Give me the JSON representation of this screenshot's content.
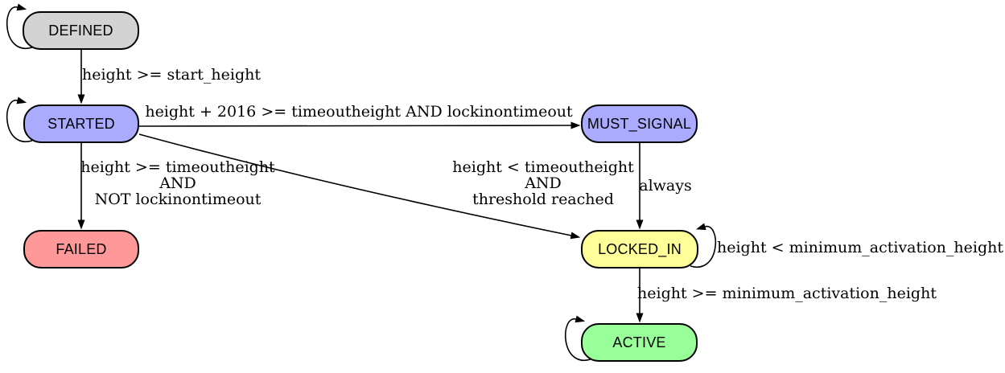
{
  "diagram": {
    "type": "state-machine",
    "background_color": "#ffffff",
    "edge_color": "#000000",
    "node_border_color": "#000000",
    "nodes": [
      {
        "id": "defined",
        "label": "DEFINED",
        "fill": "#d3d3d3"
      },
      {
        "id": "started",
        "label": "STARTED",
        "fill": "#aaaaff"
      },
      {
        "id": "must-signal",
        "label": "MUST_SIGNAL",
        "fill": "#aaaaff"
      },
      {
        "id": "failed",
        "label": "FAILED",
        "fill": "#ff9999"
      },
      {
        "id": "locked-in",
        "label": "LOCKED_IN",
        "fill": "#ffff99"
      },
      {
        "id": "active",
        "label": "ACTIVE",
        "fill": "#99ff99"
      }
    ],
    "edges": [
      {
        "id": "defined-self",
        "from": "defined",
        "to": "defined",
        "label": ""
      },
      {
        "id": "defined-started",
        "from": "defined",
        "to": "started",
        "label": "height >= start_height"
      },
      {
        "id": "started-self",
        "from": "started",
        "to": "started",
        "label": ""
      },
      {
        "id": "started-must-signal",
        "from": "started",
        "to": "must-signal",
        "label": "height + 2016 >= timeoutheight AND lockinontimeout"
      },
      {
        "id": "started-failed",
        "from": "started",
        "to": "failed",
        "label": "height >= timeoutheight\nAND\nNOT lockinontimeout"
      },
      {
        "id": "started-locked-in",
        "from": "started",
        "to": "locked-in",
        "label": "height < timeoutheight\nAND\nthreshold reached"
      },
      {
        "id": "must-signal-locked-in",
        "from": "must-signal",
        "to": "locked-in",
        "label": "always"
      },
      {
        "id": "locked-in-self",
        "from": "locked-in",
        "to": "locked-in",
        "label": "height < minimum_activation_height"
      },
      {
        "id": "locked-in-active",
        "from": "locked-in",
        "to": "active",
        "label": "height >= minimum_activation_height"
      },
      {
        "id": "active-self",
        "from": "active",
        "to": "active",
        "label": ""
      }
    ]
  }
}
